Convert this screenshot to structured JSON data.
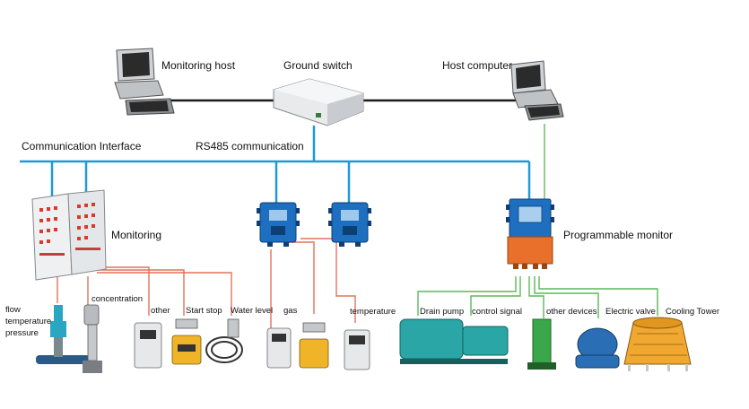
{
  "labels": {
    "monitoring_host": "Monitoring host",
    "ground_switch": "Ground switch",
    "host_computer": "Host computer",
    "communication_interface": "Communication Interface",
    "rs485": "RS485 communication",
    "monitoring": "Monitoring",
    "programmable_monitor": "Programmable monitor",
    "flow": "flow",
    "temperature_left": "temperature",
    "pressure": "pressure",
    "concentration": "concentration",
    "other": "other",
    "start_stop": "Start stop",
    "water_level": "Water level",
    "gas": "gas",
    "temperature_mid": "temperature",
    "drain_pump": "Drain pump",
    "control_signal": "control signal",
    "other_devices": "other devices",
    "electric_valve": "Electric valve",
    "cooling_tower": "Cooling Tower"
  },
  "colors": {
    "bus_blue": "#1e9ad6",
    "ethernet_black": "#1a1a1a",
    "host_link_green": "#8dd08a",
    "sensor_red": "#e0735a",
    "field_green": "#5cb85c"
  }
}
